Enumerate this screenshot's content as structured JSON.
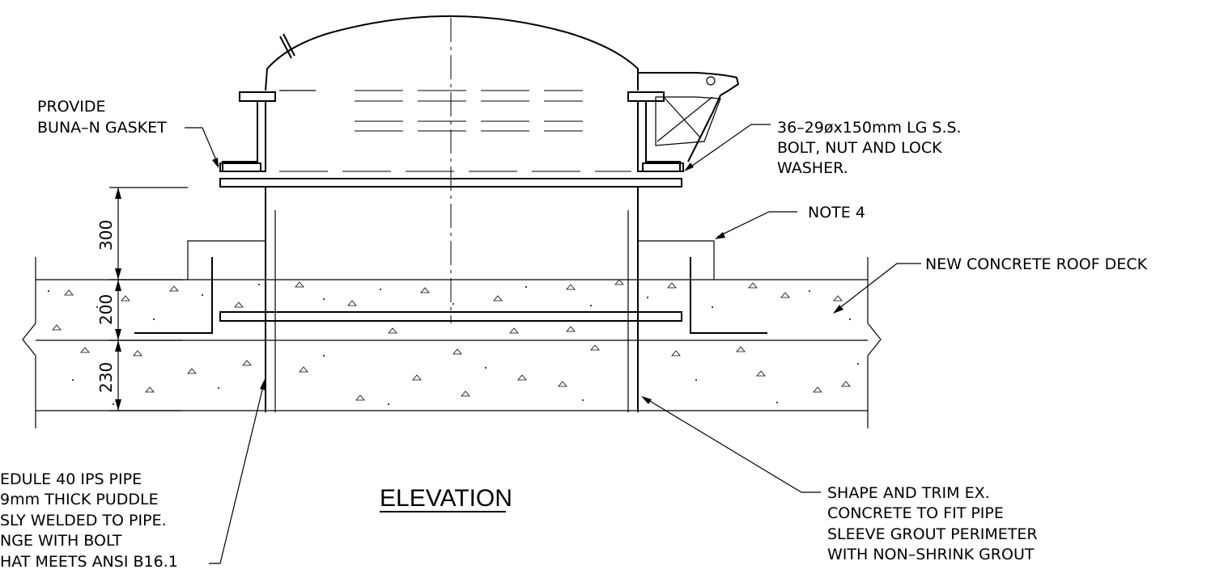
{
  "title": "ELEVATION",
  "labels": {
    "gasket_line1": "PROVIDE",
    "gasket_line2": "BUNA–N GASKET",
    "bolt_line1": "36–29øx150mm LG S.S.",
    "bolt_line2": "BOLT, NUT AND LOCK",
    "bolt_line3": "WASHER.",
    "note4": "NOTE 4",
    "roof_deck": "NEW CONCRETE ROOF DECK",
    "pipe_line1": "EDULE 40 IPS PIPE",
    "pipe_line2": "9mm THICK PUDDLE",
    "pipe_line3": "SLY WELDED TO PIPE.",
    "pipe_line4": "NGE WITH BOLT",
    "pipe_line5": "HAT MEETS ANSI B16.1",
    "grout_line1": "SHAPE AND TRIM EX.",
    "grout_line2": "CONCRETE TO FIT PIPE",
    "grout_line3": "SLEEVE GROUT PERIMETER",
    "grout_line4": "WITH NON–SHRINK GROUT"
  },
  "dimensions": {
    "d1": "300",
    "d2": "200",
    "d3": "230"
  }
}
